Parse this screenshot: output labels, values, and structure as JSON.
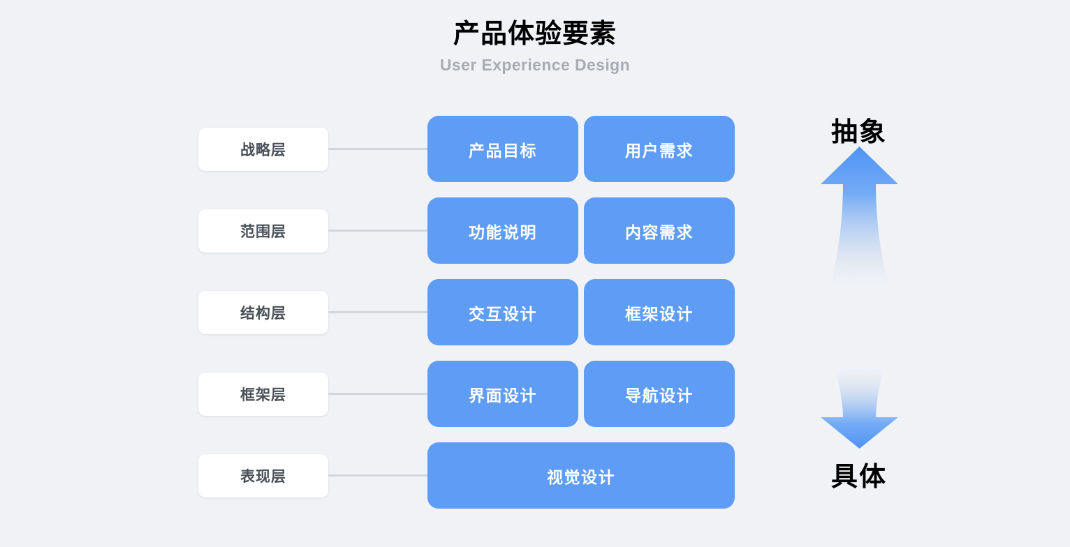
{
  "header": {
    "title": "产品体验要素",
    "subtitle": "User Experience Design"
  },
  "colors": {
    "background": "#F0F2F6",
    "card_blue": "#5E9CF5",
    "label_box": "#FFFFFF",
    "label_text": "#4A4F58",
    "connector": "#D2D5DA",
    "subtitle_text": "#A9ACB3",
    "title_text": "#000000",
    "card_text": "#FFFFFF",
    "arrow_blue": "#5E9CF5"
  },
  "diagram": {
    "rows": [
      {
        "layer": "战略层",
        "cards": [
          {
            "label": "产品目标",
            "width": "half"
          },
          {
            "label": "用户需求",
            "width": "half"
          }
        ]
      },
      {
        "layer": "范围层",
        "cards": [
          {
            "label": "功能说明",
            "width": "half"
          },
          {
            "label": "内容需求",
            "width": "half"
          }
        ]
      },
      {
        "layer": "结构层",
        "cards": [
          {
            "label": "交互设计",
            "width": "half"
          },
          {
            "label": "框架设计",
            "width": "half"
          }
        ]
      },
      {
        "layer": "框架层",
        "cards": [
          {
            "label": "界面设计",
            "width": "half"
          },
          {
            "label": "导航设计",
            "width": "half"
          }
        ]
      },
      {
        "layer": "表现层",
        "cards": [
          {
            "label": "视觉设计",
            "width": "full"
          }
        ]
      }
    ]
  },
  "axis": {
    "top_label": "抽象",
    "bottom_label": "具体",
    "up_arrow_icon": "arrow-up-icon",
    "down_arrow_icon": "arrow-down-icon"
  }
}
